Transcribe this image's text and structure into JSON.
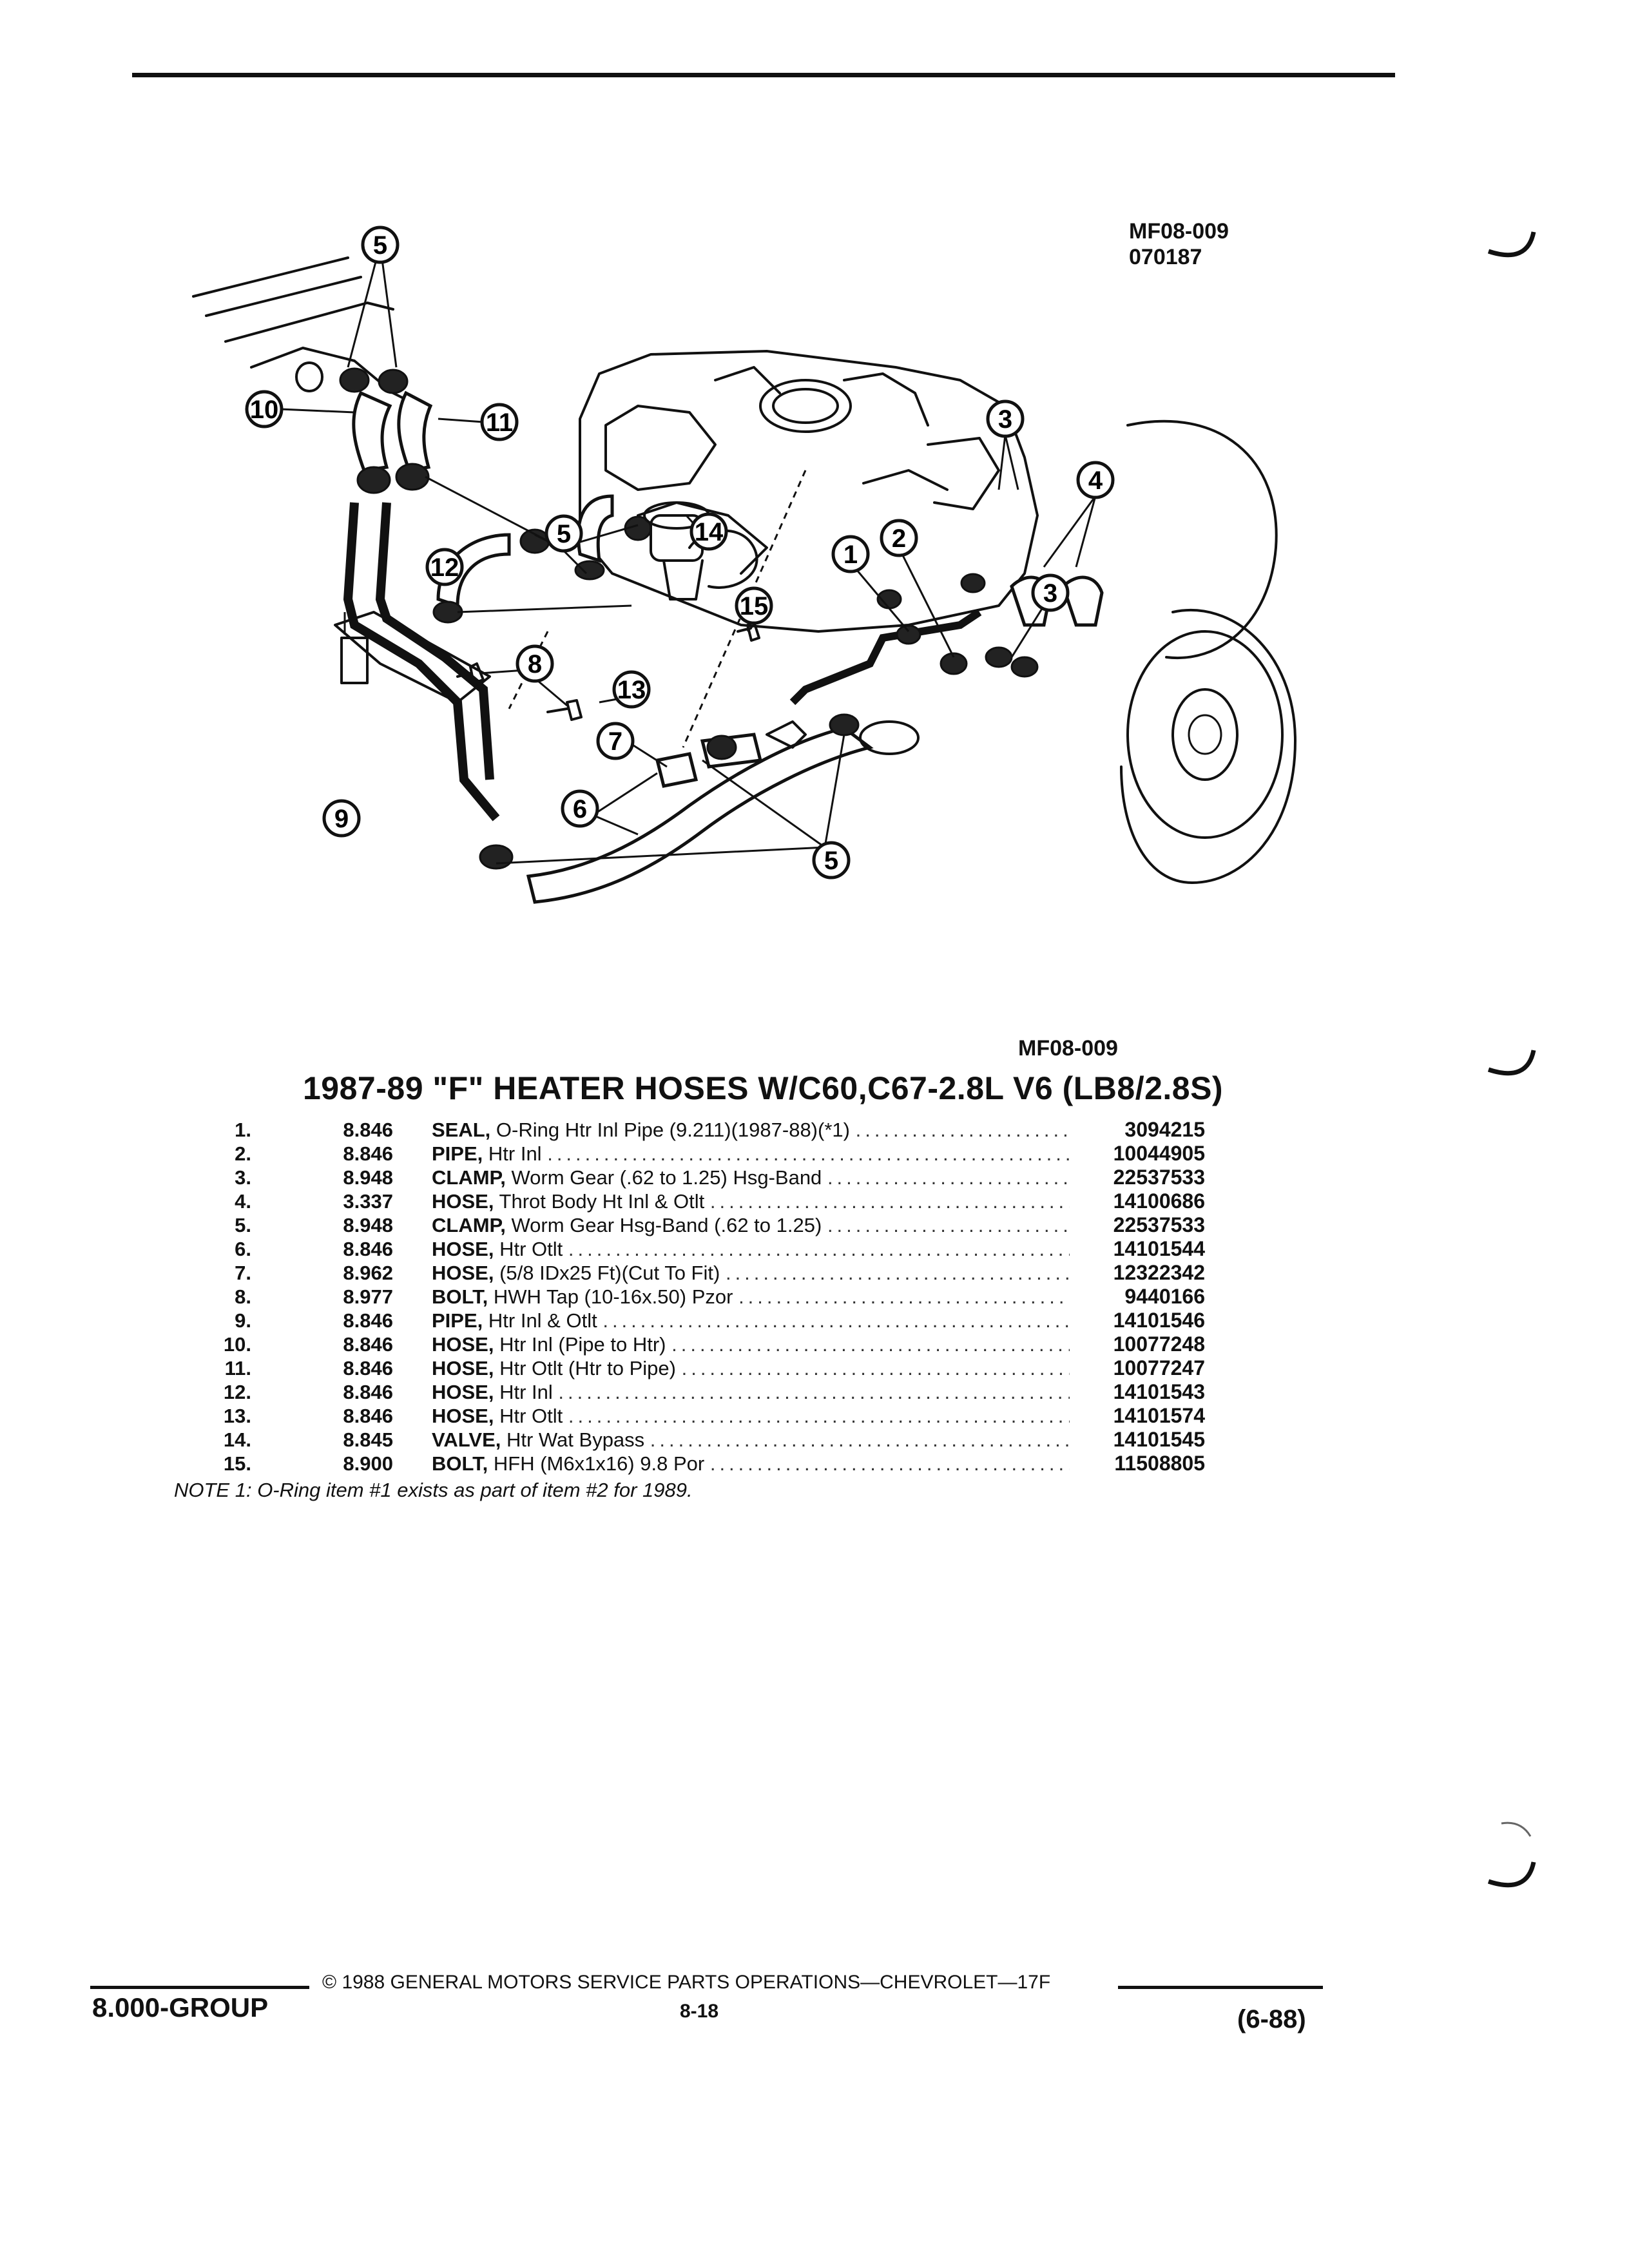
{
  "header": {
    "figure_code": "MF08-009",
    "figure_date": "070187"
  },
  "figure_caption_code": "MF08-009",
  "diagram": {
    "callouts": [
      "5",
      "11",
      "10",
      "3",
      "4",
      "2",
      "1",
      "5",
      "14",
      "12",
      "15",
      "3",
      "8",
      "13",
      "7",
      "9",
      "6",
      "5"
    ]
  },
  "title": "1987-89 \"F\" HEATER HOSES W/C60,C67-2.8L V6 (LB8/2.8S)",
  "parts": [
    {
      "num": "1.",
      "group": "8.846",
      "name": "SEAL,",
      "desc": "O-Ring Htr Inl Pipe (9.211)(1987-88)(*1)",
      "pn": "3094215"
    },
    {
      "num": "2.",
      "group": "8.846",
      "name": "PIPE,",
      "desc": "Htr Inl",
      "pn": "10044905"
    },
    {
      "num": "3.",
      "group": "8.948",
      "name": "CLAMP,",
      "desc": "Worm Gear (.62 to 1.25) Hsg-Band",
      "pn": "22537533"
    },
    {
      "num": "4.",
      "group": "3.337",
      "name": "HOSE,",
      "desc": "Throt Body Ht Inl & Otlt",
      "pn": "14100686"
    },
    {
      "num": "5.",
      "group": "8.948",
      "name": "CLAMP,",
      "desc": "Worm Gear Hsg-Band (.62 to 1.25)",
      "pn": "22537533"
    },
    {
      "num": "6.",
      "group": "8.846",
      "name": "HOSE,",
      "desc": "Htr Otlt",
      "pn": "14101544"
    },
    {
      "num": "7.",
      "group": "8.962",
      "name": "HOSE,",
      "desc": "(5/8 IDx25 Ft)(Cut To Fit)",
      "pn": "12322342"
    },
    {
      "num": "8.",
      "group": "8.977",
      "name": "BOLT,",
      "desc": "HWH Tap (10-16x.50) Pzor",
      "pn": "9440166"
    },
    {
      "num": "9.",
      "group": "8.846",
      "name": "PIPE,",
      "desc": "Htr Inl & Otlt",
      "pn": "14101546"
    },
    {
      "num": "10.",
      "group": "8.846",
      "name": "HOSE,",
      "desc": "Htr Inl (Pipe to Htr)",
      "pn": "10077248"
    },
    {
      "num": "11.",
      "group": "8.846",
      "name": "HOSE,",
      "desc": "Htr Otlt (Htr to Pipe)",
      "pn": "10077247"
    },
    {
      "num": "12.",
      "group": "8.846",
      "name": "HOSE,",
      "desc": "Htr Inl",
      "pn": "14101543"
    },
    {
      "num": "13.",
      "group": "8.846",
      "name": "HOSE,",
      "desc": "Htr Otlt",
      "pn": "14101574"
    },
    {
      "num": "14.",
      "group": "8.845",
      "name": "VALVE,",
      "desc": "Htr Wat Bypass",
      "pn": "14101545"
    },
    {
      "num": "15.",
      "group": "8.900",
      "name": "BOLT,",
      "desc": "HFH (M6x1x16) 9.8 Por",
      "pn": "11508805"
    }
  ],
  "note": "NOTE 1: O-Ring item #1 exists as part of item #2 for 1989.",
  "footer": {
    "group": "8.000-GROUP",
    "copyright": "© 1988 GENERAL MOTORS SERVICE PARTS OPERATIONS—CHEVROLET—17F",
    "page": "8-18",
    "date": "(6-88)"
  }
}
